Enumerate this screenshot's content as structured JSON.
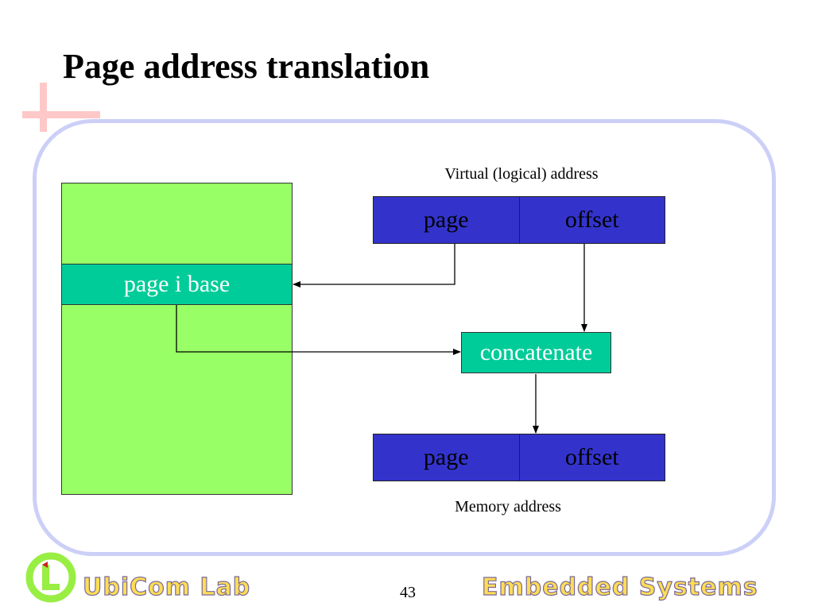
{
  "slide": {
    "title": "Page address translation",
    "page_number": "43"
  },
  "diagram": {
    "virtual_address_label": "Virtual (logical) address",
    "virtual_page": "page",
    "virtual_offset": "offset",
    "page_base_label": "page i base",
    "concatenate_label": "concatenate",
    "memory_page": "page",
    "memory_offset": "offset",
    "memory_address_label": "Memory address"
  },
  "footer": {
    "left_text": "UbiCom Lab",
    "right_text": "Embedded Systems"
  },
  "colors": {
    "address_box": "#3333cc",
    "memory_block": "#99ff66",
    "teal_box": "#00cc99",
    "frame": "#cccff7",
    "cross": "#ffc8c8"
  },
  "icons": {
    "logo": "ubicom-logo-icon"
  }
}
